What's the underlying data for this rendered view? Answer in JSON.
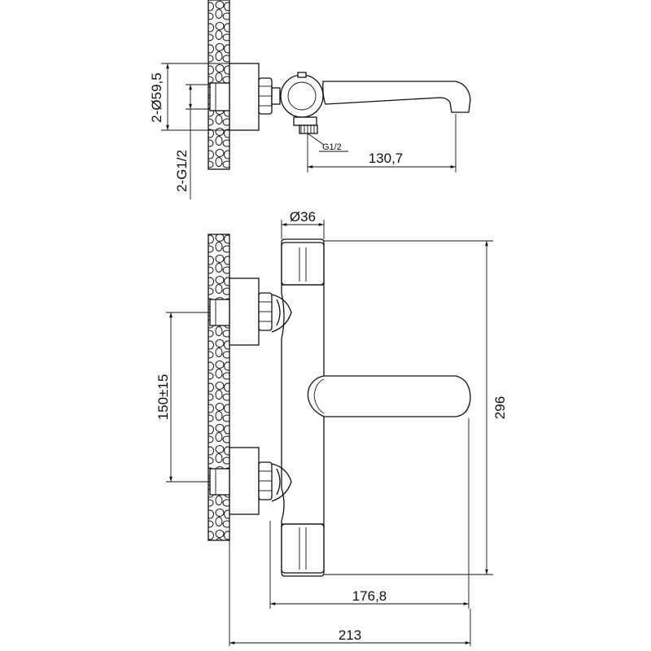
{
  "drawing": {
    "dimensions": {
      "pipe_flange_diameter": "2-Ø59,5",
      "pipe_thread": "2-G1/2",
      "outlet_thread": "G1/2",
      "spout_reach": "130,7",
      "body_diameter": "Ø36",
      "center_distance": "150±15",
      "overall_height": "296",
      "handle_depth": "176,8",
      "overall_depth": "213"
    }
  }
}
